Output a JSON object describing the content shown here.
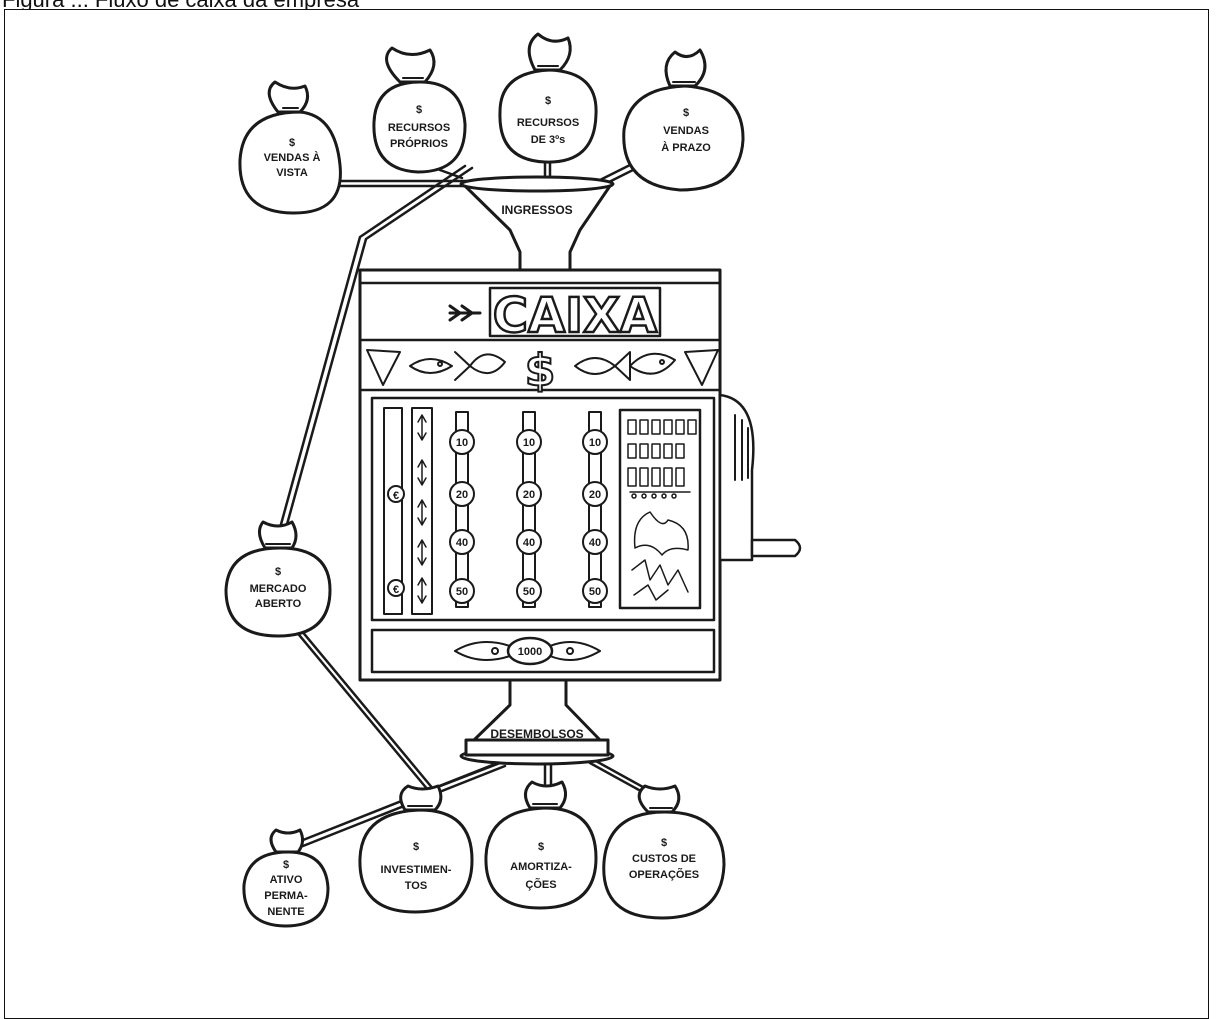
{
  "caption": {
    "text": "Figura ... Fluxo de caixa da empresa"
  },
  "top_bags": [
    {
      "symbol": "$",
      "lines": [
        "VENDAS À",
        "VISTA"
      ]
    },
    {
      "symbol": "$",
      "lines": [
        "RECURSOS",
        "PRÓPRIOS"
      ]
    },
    {
      "symbol": "$",
      "lines": [
        "RECURSOS",
        "DE 3ºs"
      ]
    },
    {
      "symbol": "$",
      "lines": [
        "VENDAS",
        "À PRAZO"
      ]
    }
  ],
  "left_bag": {
    "symbol": "$",
    "lines": [
      "MERCADO",
      "ABERTO"
    ]
  },
  "bottom_bags": [
    {
      "symbol": "$",
      "lines": [
        "ATIVO",
        "PERMA-",
        "NENTE"
      ]
    },
    {
      "symbol": "$",
      "lines": [
        "INVESTIMEN-",
        "TOS"
      ]
    },
    {
      "symbol": "$",
      "lines": [
        "AMORTIZA-",
        "ÇÕES"
      ]
    },
    {
      "symbol": "$",
      "lines": [
        "CUSTOS DE",
        "OPERAÇÕES"
      ]
    }
  ],
  "funnel_in_label": "INGRESSOS",
  "funnel_out_label": "DESEMBOLSOS",
  "machine": {
    "title": "CAIXA",
    "dollar": "$",
    "coin_symbol": "€",
    "counter": "1000",
    "dial_values": [
      "10",
      "20",
      "40",
      "50"
    ]
  }
}
